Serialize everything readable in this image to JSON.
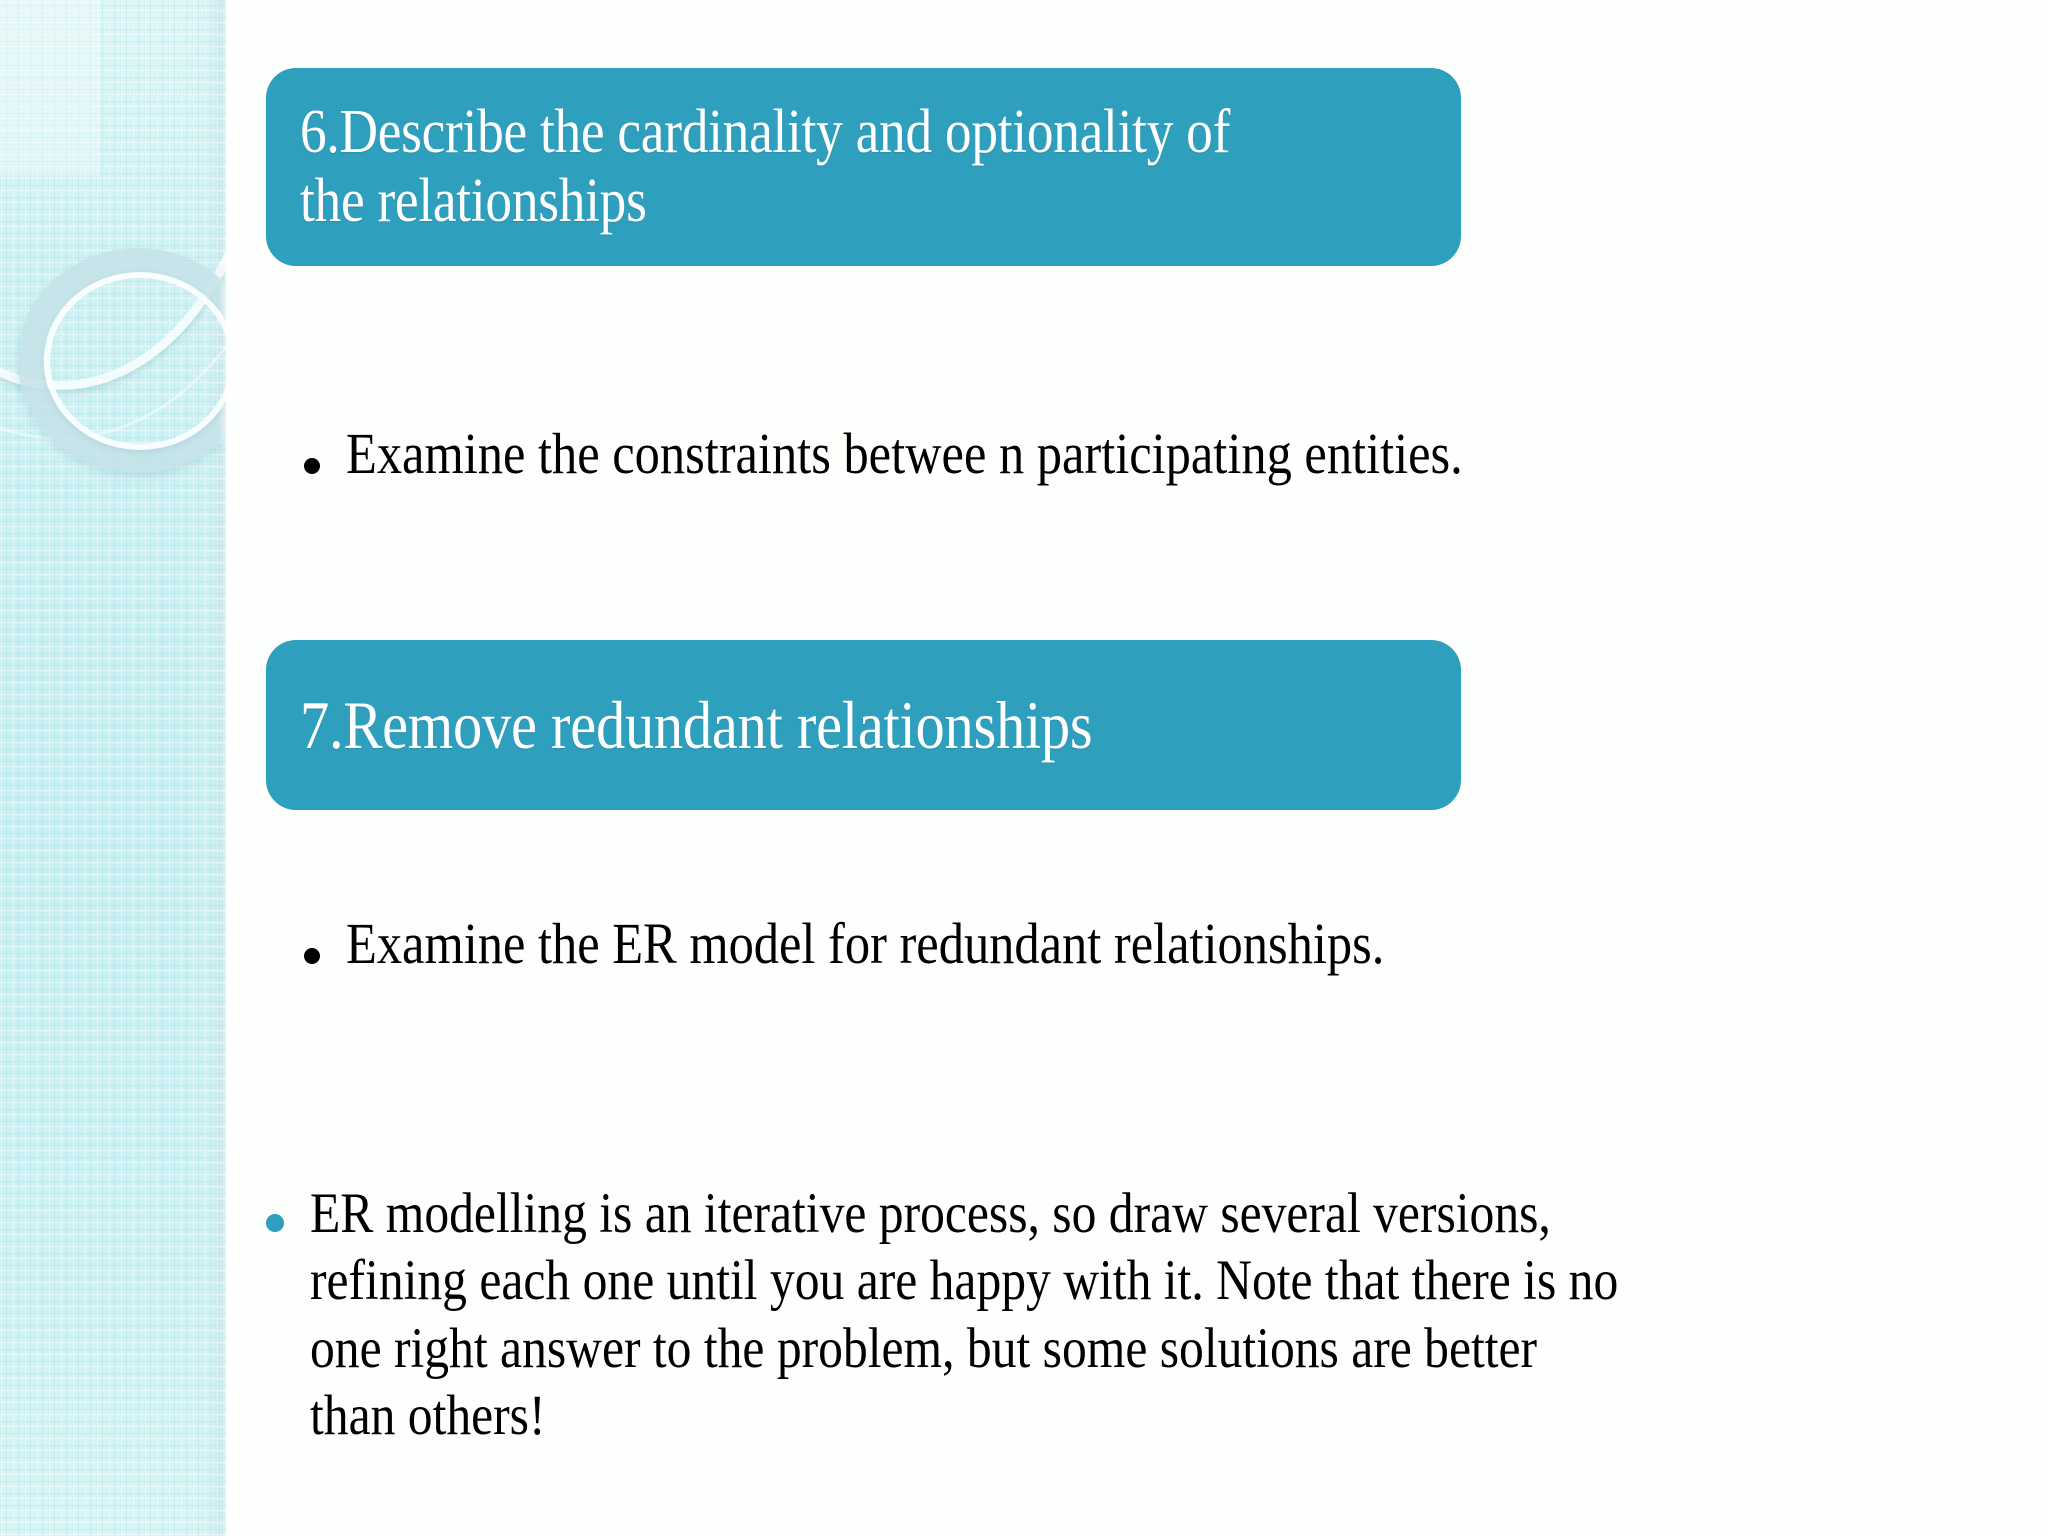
{
  "slide": {
    "background_color": "#fdfffc",
    "accent_color": "#2e9fbd",
    "panel": {
      "name": "decorative-left-panel",
      "base_color": "#c9f1f3",
      "shapes": [
        "circle-arc-large",
        "ring-outer",
        "ring-inner"
      ]
    },
    "sections": [
      {
        "banner": {
          "number": "6.",
          "title": "6.Describe the cardinality and optionality of the relationships",
          "color": "#2e9fbd"
        },
        "bullets": [
          {
            "marker": "black-round-bullet",
            "text": "Examine the constraints betwee n participating entities."
          }
        ]
      },
      {
        "banner": {
          "number": "7.",
          "title": "7.Remove redundant relationships",
          "color": "#2e9fbd"
        },
        "bullets": [
          {
            "marker": "black-round-bullet",
            "text": "Examine the ER model for redundant relationships."
          }
        ]
      }
    ],
    "closing_note": {
      "marker": "teal-round-bullet",
      "marker_color": "#2e9fbd",
      "text": "ER modelling is an iterative process, so draw several versions, refining each one until you are happy  with it. Note that there is no one right answer to the problem, but some solutions are better than others!"
    }
  }
}
